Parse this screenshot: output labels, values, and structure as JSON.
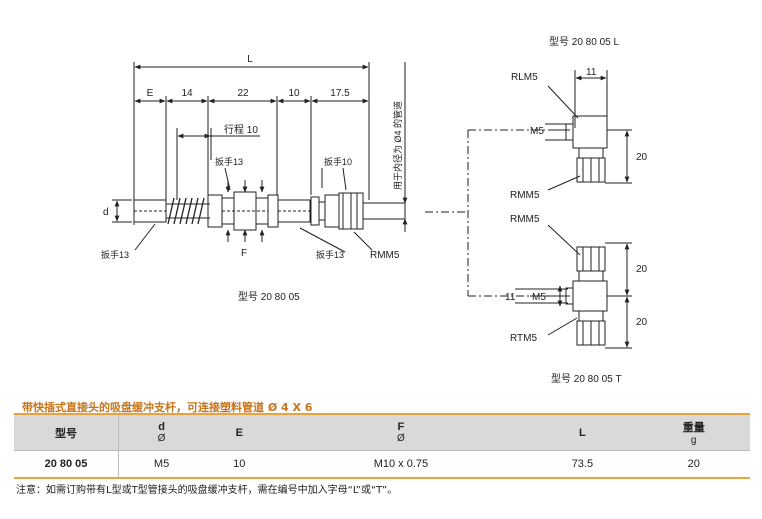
{
  "drawing": {
    "dims": {
      "L": "L",
      "E": "E",
      "d14": "14",
      "d22": "22",
      "d10": "10",
      "d17": "17.5",
      "stroke": "行程 10",
      "d": "d",
      "F": "F"
    },
    "wrench": {
      "w13_top": "扳手13",
      "w10": "扳手10",
      "w13_left": "扳手13",
      "w13_right": "扳手13"
    },
    "rmm5_main": "RMM5",
    "tube_note": "用于内径为 Ø4 的管道",
    "main_model": "型号   20 80 05",
    "variant_l": {
      "title": "型号   20 80 05 L",
      "rlm5": "RLM5",
      "dim11": "11",
      "m5": "M5",
      "dim20": "20",
      "rmm5": "RMM5"
    },
    "variant_t": {
      "title": "型号   20 80 05  T",
      "rmm5": "RMM5",
      "dim11": "11",
      "m5": "M5",
      "dim20a": "20",
      "dim20b": "20",
      "rtm5": "RTM5"
    }
  },
  "table": {
    "caption": "带快插式直接头的吸盘缓冲支杆，可连接塑料管道 Ø 4 X 6",
    "headers": [
      {
        "label": "型号",
        "sub": ""
      },
      {
        "label": "d",
        "sub": "Ø"
      },
      {
        "label": "E",
        "sub": ""
      },
      {
        "label": "F",
        "sub": "Ø"
      },
      {
        "label": "L",
        "sub": ""
      },
      {
        "label": "重量",
        "sub": "g"
      }
    ],
    "rows": [
      [
        "20 80 05",
        "M5",
        "10",
        "M10 x 0.75",
        "73.5",
        "20"
      ]
    ]
  },
  "note": "注意：如需订购带有L型或T型管接头的吸盘缓冲支杆，需在编号中加入字母“L”或“T”。",
  "colors": {
    "accent": "#e8a33c",
    "caption": "#c7741a",
    "header_bg": "#d9d9d9"
  }
}
